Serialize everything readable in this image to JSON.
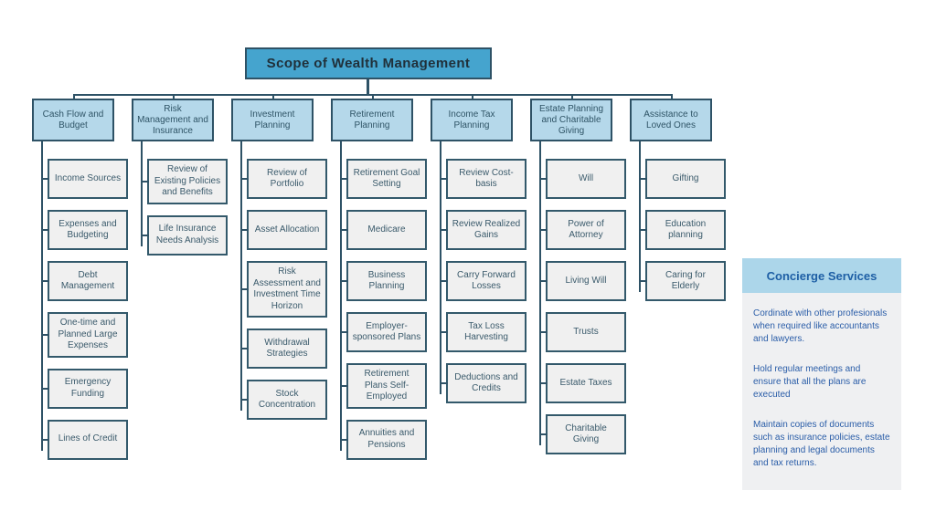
{
  "title": "Scope of Wealth Management",
  "tree": {
    "columns": [
      {
        "label": "Cash Flow and Budget",
        "items": [
          "Income Sources",
          "Expenses and Budgeting",
          "Debt Management",
          "One-time and Planned Large Expenses",
          "Emergency Funding",
          "Lines of Credit"
        ]
      },
      {
        "label": "Risk Management and Insurance",
        "items": [
          "Review of Existing Policies and Benefits",
          "Life Insurance Needs Analysis"
        ]
      },
      {
        "label": "Investment Planning",
        "items": [
          "Review of Portfolio",
          "Asset Allocation",
          "Risk Assessment and Investment Time Horizon",
          "Withdrawal Strategies",
          "Stock Concentration"
        ]
      },
      {
        "label": "Retirement Planning",
        "items": [
          "Retirement Goal Setting",
          "Medicare",
          "Business Planning",
          "Employer-sponsored Plans",
          "Retirement Plans Self-Employed",
          "Annuities and Pensions"
        ]
      },
      {
        "label": "Income Tax Planning",
        "items": [
          "Review Cost-basis",
          "Review Realized Gains",
          "Carry Forward Losses",
          "Tax Loss Harvesting",
          "Deductions and Credits"
        ]
      },
      {
        "label": "Estate Planning and Charitable Giving",
        "items": [
          "Will",
          "Power of Attorney",
          "Living Will",
          "Trusts",
          "Estate Taxes",
          "Charitable Giving"
        ]
      },
      {
        "label": "Assistance to Loved Ones",
        "items": [
          "Gifting",
          "Education planning",
          "Caring for Elderly"
        ]
      }
    ]
  },
  "concierge": {
    "title": "Concierge Services",
    "paragraphs": [
      "Cordinate with other profesionals when required like accountants and lawyers.",
      "Hold regular meetings and ensure that all the plans are executed",
      "Maintain copies of documents such as insurance policies, estate planning and legal documents and tax returns."
    ]
  },
  "colors": {
    "title_fill": "#45a4ce",
    "branch_fill": "#b5d8ea",
    "leaf_fill": "#f0f0f0",
    "connector": "#2e5266",
    "concierge_header_fill": "#acd6ea",
    "concierge_body_fill": "#eff0f2",
    "concierge_text": "#2a5da8"
  }
}
